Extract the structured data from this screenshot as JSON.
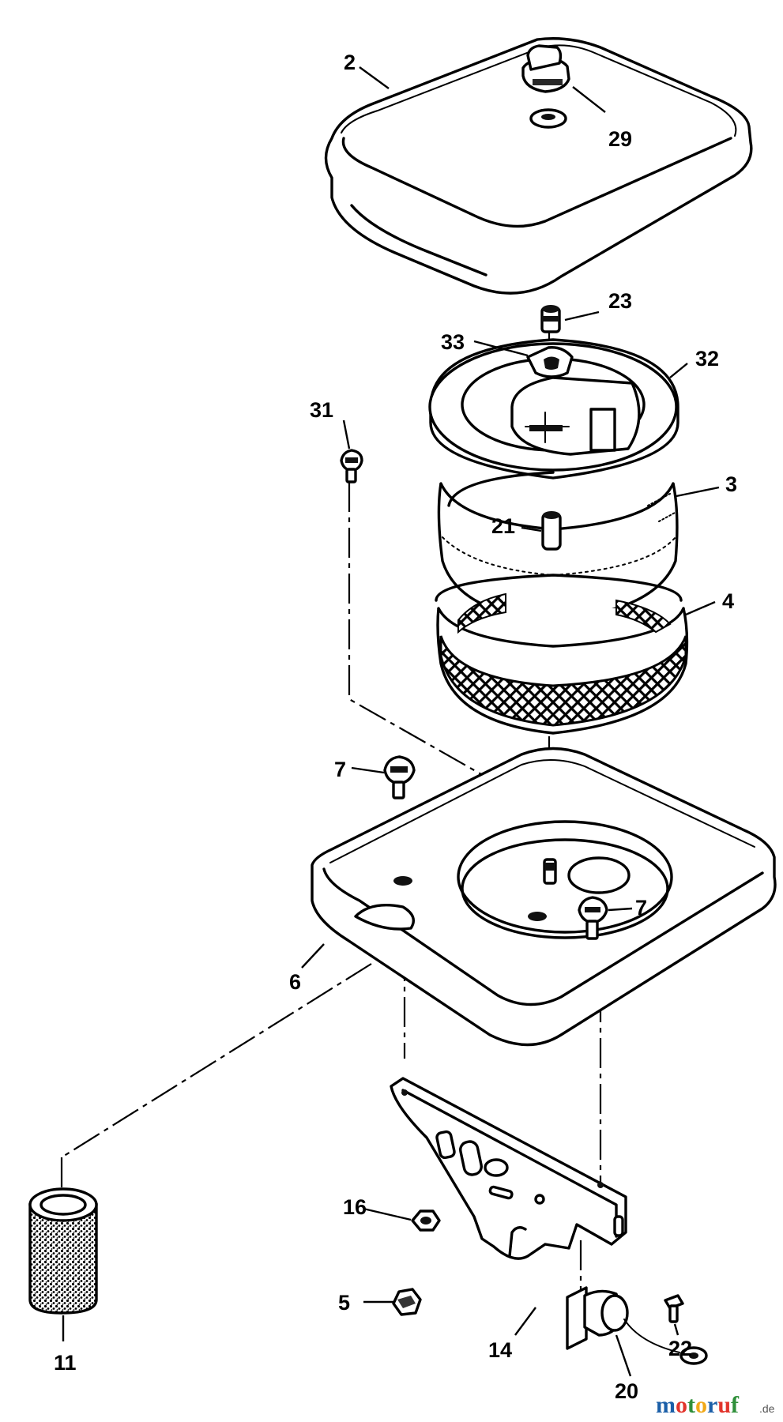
{
  "callouts": {
    "c2": "2",
    "c29": "29",
    "c23": "23",
    "c33": "33",
    "c32": "32",
    "c31": "31",
    "c3": "3",
    "c21": "21",
    "c4": "4",
    "c7a": "7",
    "c7b": "7",
    "c6": "6",
    "c16": "16",
    "c14": "14",
    "c5": "5",
    "c11": "11",
    "c22": "22",
    "c20": "20"
  },
  "watermark": {
    "letters": [
      "m",
      "o",
      "t",
      "o",
      "r",
      "u",
      "f"
    ],
    "colors": [
      "#1b5fa8",
      "#e2342b",
      "#2f8f3a",
      "#f0a818",
      "#1b5fa8",
      "#e2342b",
      "#2f8f3a"
    ],
    "suffix": ".de"
  }
}
